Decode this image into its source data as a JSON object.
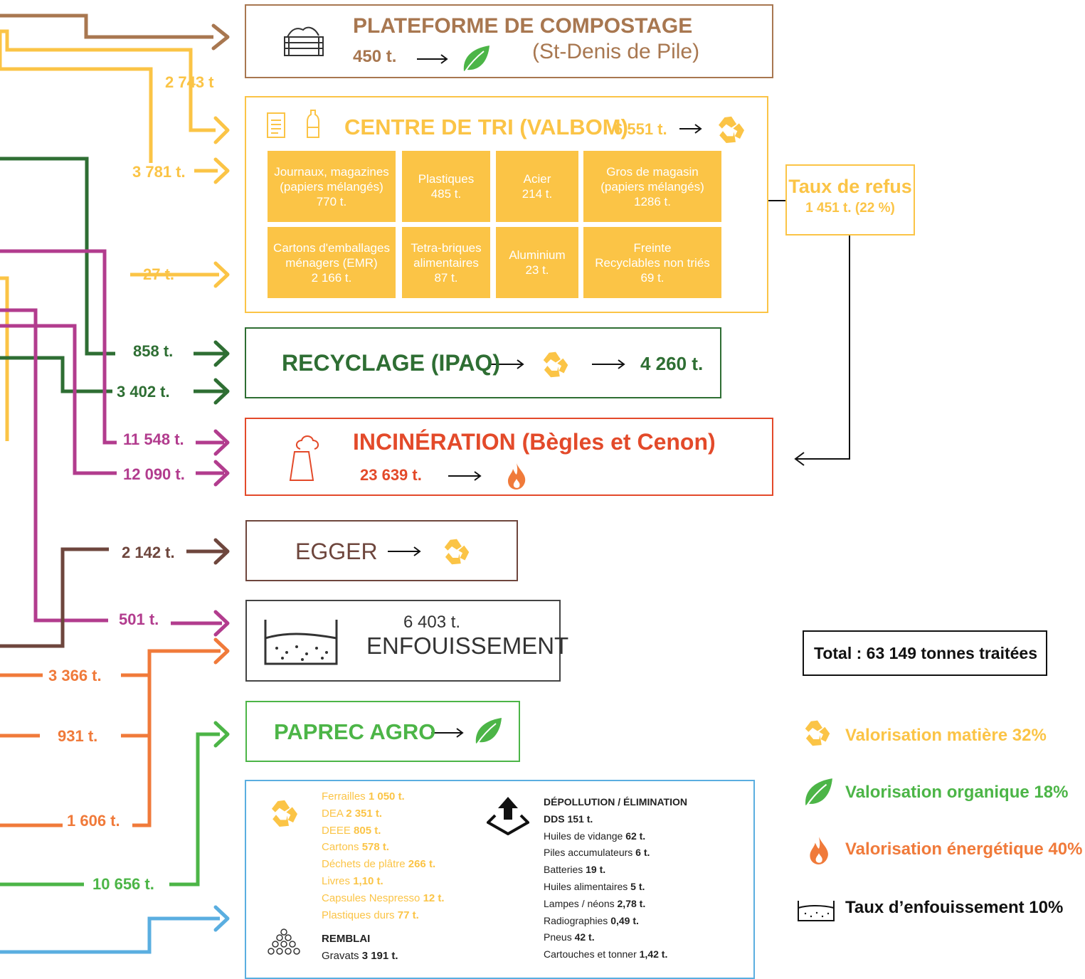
{
  "colors": {
    "compost": "#a87750",
    "tri": "#fbc446",
    "recyclage": "#2e6e33",
    "incineration": "#e34a2a",
    "incineration_flow": "#b23c8e",
    "egger": "#6e463d",
    "enfouissement": "#444444",
    "energie": "#f07a3a",
    "agro": "#4cb547",
    "autres": "#5aaee0",
    "refus": "#fbc446"
  },
  "compostage": {
    "title": "PLATEFORME DE COMPOSTAGE",
    "amount": "450 t.",
    "location": "(St-Denis de Pile)",
    "icon": "compost-crate-icon"
  },
  "centre_tri": {
    "title": "CENTRE DE TRI (VALBOM)",
    "amount": "6 551 t.",
    "cells": [
      {
        "l1": "Journaux, magazines",
        "l2": "(papiers mélangés)",
        "l3": "770 t."
      },
      {
        "l1": "Plastiques",
        "l2": "485 t."
      },
      {
        "l1": "Acier",
        "l2": "214 t."
      },
      {
        "l1": "Gros de magasin",
        "l2": "(papiers mélangés)",
        "l3": "1286 t."
      },
      {
        "l1": "Cartons d'emballages",
        "l2": "ménagers (EMR)",
        "l3": "2 166 t."
      },
      {
        "l1": "Tetra-briques",
        "l2": "alimentaires",
        "l3": "87 t."
      },
      {
        "l1": "Aluminium",
        "l2": "23 t."
      },
      {
        "l1": "Freinte",
        "l2": "Recyclables non triés",
        "l3": "69 t."
      }
    ]
  },
  "refus": {
    "title": "Taux de refus",
    "value": "1 451 t. (22 %)"
  },
  "recyclage": {
    "title": "RECYCLAGE (IPAQ)",
    "amount": "4 260 t."
  },
  "incineration": {
    "title": "INCINÉRATION (Bègles et Cenon)",
    "amount": "23 639 t."
  },
  "egger": {
    "title": "EGGER"
  },
  "enfouissement": {
    "amount": "6 403 t.",
    "title": "ENFOUISSEMENT"
  },
  "agro": {
    "title": "PAPREC AGRO"
  },
  "flows": {
    "f_2743": "2 743 t",
    "f_3781": "3 781 t.",
    "f_27": "27 t.",
    "f_858": "858 t.",
    "f_3402": "3 402 t.",
    "f_11548": "11 548 t.",
    "f_12090": "12 090 t.",
    "f_2142": "2 142 t.",
    "f_501": "501 t.",
    "f_3366": "3 366 t.",
    "f_931": "931 t.",
    "f_1606": "1 606 t.",
    "f_10656": "10 656 t."
  },
  "autres": {
    "recyclables": [
      {
        "name": "Ferrailles",
        "value": "1 050 t."
      },
      {
        "name": "DEA",
        "value": "2 351 t."
      },
      {
        "name": "DEEE",
        "value": "805 t."
      },
      {
        "name": "Cartons",
        "value": "578 t."
      },
      {
        "name": "Déchets de plâtre",
        "value": "266 t."
      },
      {
        "name": "Livres",
        "value": "1,10 t."
      },
      {
        "name": "Capsules Nespresso",
        "value": "12 t."
      },
      {
        "name": "Plastiques durs",
        "value": "77 t."
      }
    ],
    "remblai_title": "REMBLAI",
    "remblai_line": {
      "name": "Gravats",
      "value": "3 191 t."
    },
    "depollution_title": "DÉPOLLUTION / ÉLIMINATION",
    "depollution": [
      {
        "name": "DDS",
        "value": "151 t."
      },
      {
        "name": "Huiles de vidange",
        "value": "62 t."
      },
      {
        "name": "Piles accumulateurs",
        "value": "6 t."
      },
      {
        "name": "Batteries",
        "value": "19 t."
      },
      {
        "name": "Huiles alimentaires",
        "value": "5 t."
      },
      {
        "name": "Lampes / néons",
        "value": "2,78 t."
      },
      {
        "name": "Radiographies",
        "value": "0,49 t."
      },
      {
        "name": "Pneus",
        "value": "42 t."
      },
      {
        "name": "Cartouches et tonner",
        "value": "1,42 t."
      }
    ]
  },
  "total": "Total : 63 149 tonnes traitées",
  "legend": [
    {
      "label": "Valorisation matière 32%",
      "icon": "recycle-icon",
      "color": "#fbc446"
    },
    {
      "label": "Valorisation organique 18%",
      "icon": "leaf-icon",
      "color": "#4cb547"
    },
    {
      "label": "Valorisation énergétique 40%",
      "icon": "flame-icon",
      "color": "#f07a3a"
    },
    {
      "label": "Taux d’enfouissement 10%",
      "icon": "landfill-icon",
      "color": "#111111"
    }
  ]
}
